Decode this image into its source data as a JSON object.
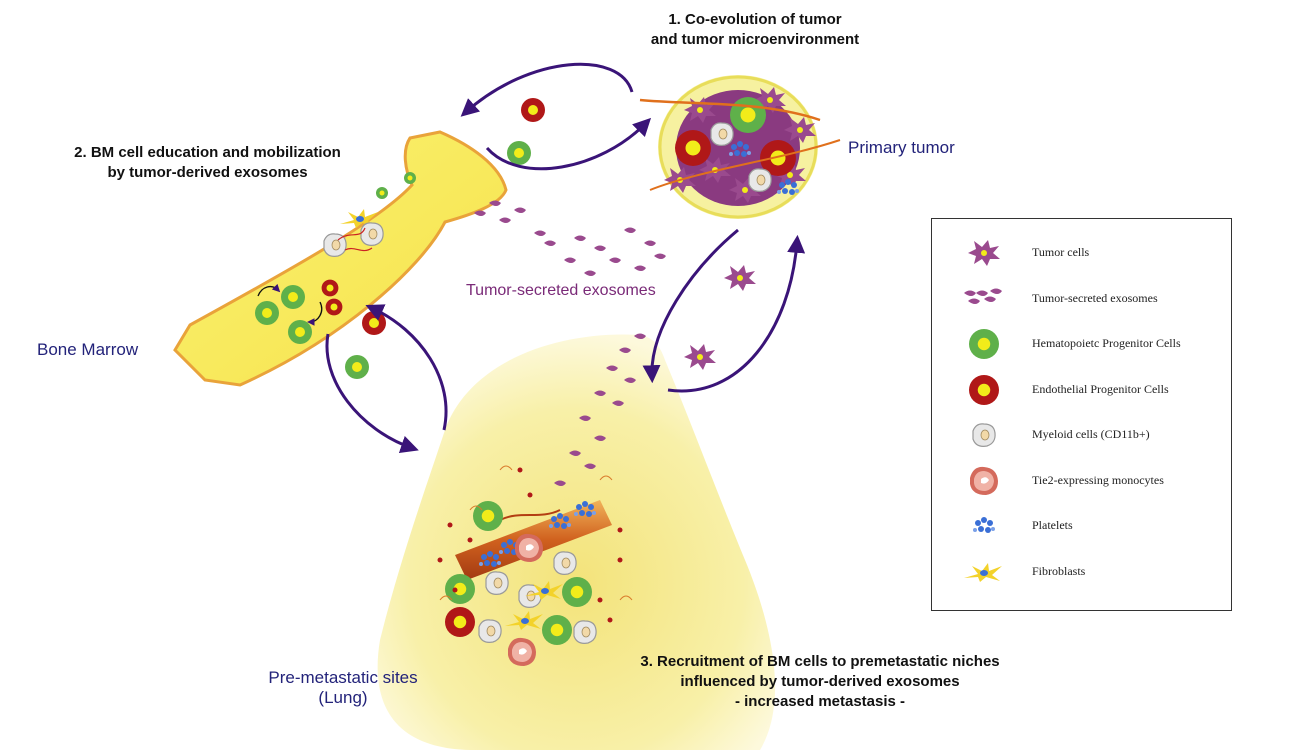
{
  "labels": {
    "step1": [
      "1. Co-evolution of tumor",
      "and tumor microenvironment"
    ],
    "step2": [
      "2. BM cell education and mobilization",
      "by tumor-derived exosomes"
    ],
    "step3": [
      "3. Recruitment of BM cells to premetastatic niches",
      "influenced by tumor-derived exosomes",
      "- increased metastasis -"
    ],
    "primary_tumor": "Primary tumor",
    "bone_marrow": "Bone Marrow",
    "exosomes": "Tumor-secreted exosomes",
    "premetastatic": [
      "Pre-metastatic sites",
      "(Lung)"
    ]
  },
  "legend": [
    {
      "icon": "tumor-cell",
      "label": "Tumor cells"
    },
    {
      "icon": "exosome",
      "label": "Tumor-secreted exosomes"
    },
    {
      "icon": "hematopoietic-cell",
      "label": "Hematopoietc Progenitor Cells"
    },
    {
      "icon": "endothelial-cell",
      "label": "Endothelial Progenitor Cells"
    },
    {
      "icon": "myeloid-cell",
      "label": "Myeloid cells (CD11b+)"
    },
    {
      "icon": "tie2-monocyte",
      "label": "Tie2-expressing monocytes"
    },
    {
      "icon": "platelet",
      "label": "Platelets"
    },
    {
      "icon": "fibroblast",
      "label": "Fibroblasts"
    }
  ],
  "colors": {
    "arrow": "#3a1478",
    "green_cell": "#5fb04a",
    "red_cell": "#b01818",
    "cell_core": "#f2ec1a",
    "tumor": "#9a4a8e",
    "tissue": "#f7ef8a"
  }
}
